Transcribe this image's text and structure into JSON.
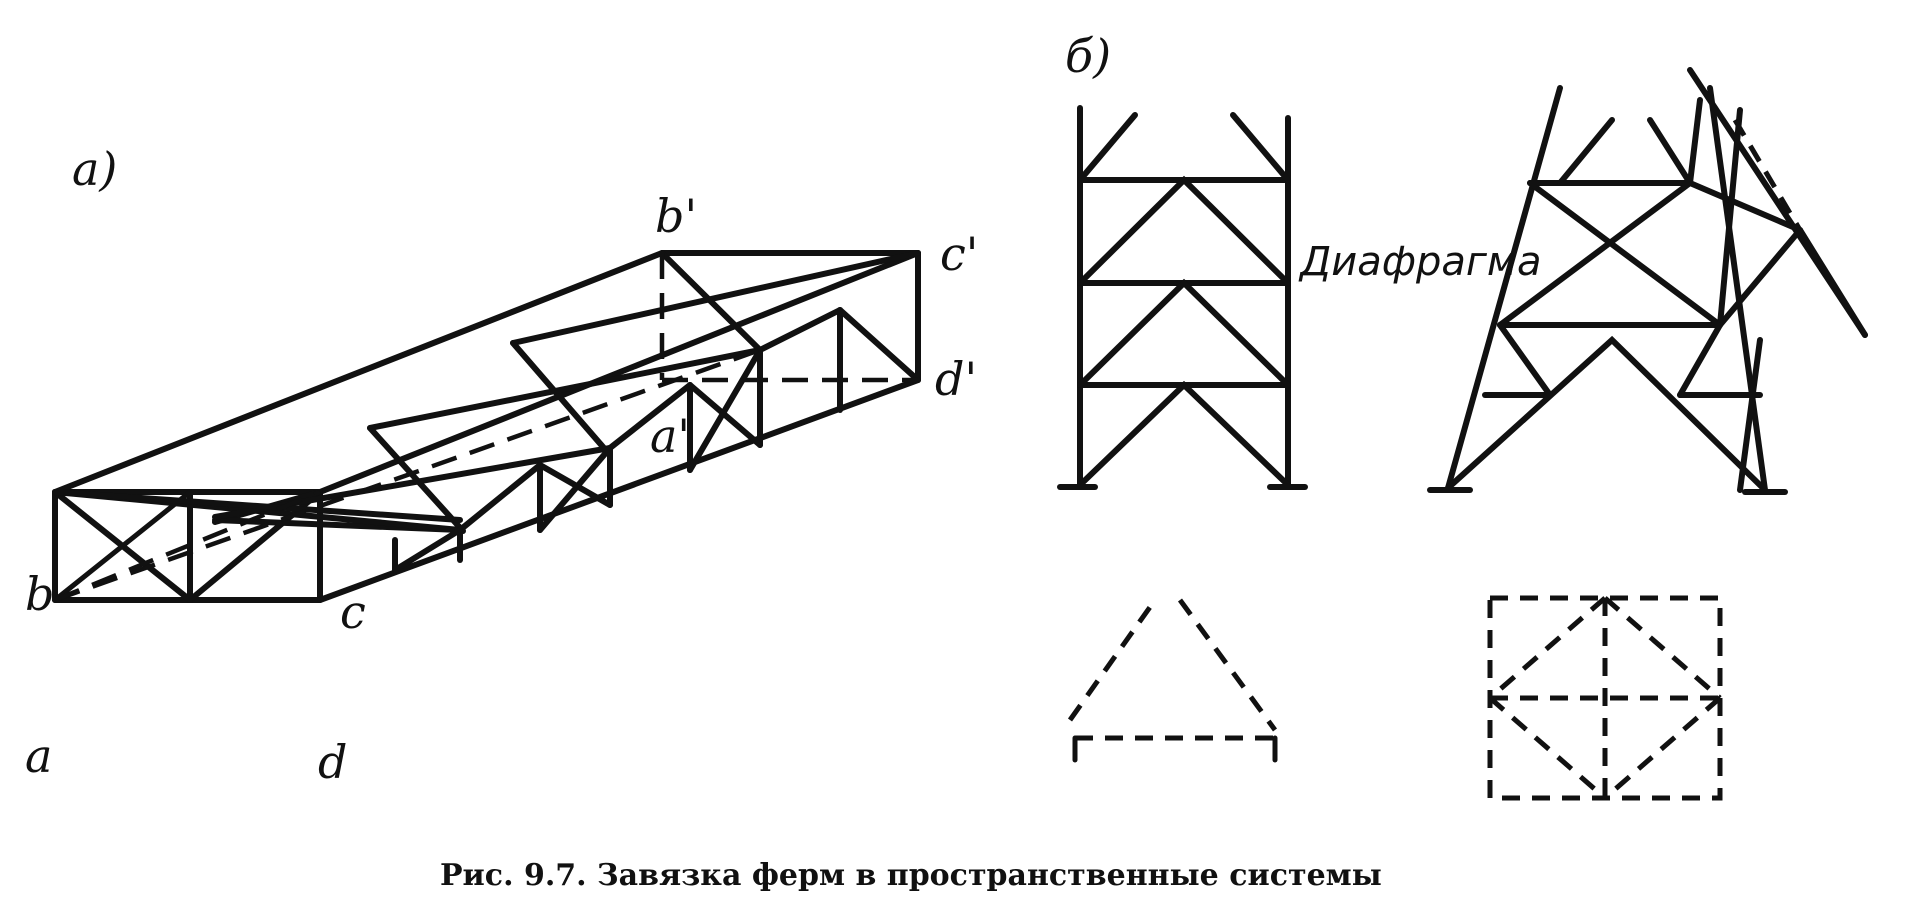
{
  "panels": {
    "a": {
      "label": "a)"
    },
    "b": {
      "label": "б)"
    }
  },
  "points": {
    "a": "a",
    "b": "b",
    "c": "c",
    "d": "d",
    "a_prime": "a'",
    "b_prime": "b'",
    "c_prime": "c'",
    "d_prime": "d'"
  },
  "annotation": {
    "diaphragm": "Диафрагма"
  },
  "caption": "Рис. 9.7. Завязка ферм в пространственные системы"
}
